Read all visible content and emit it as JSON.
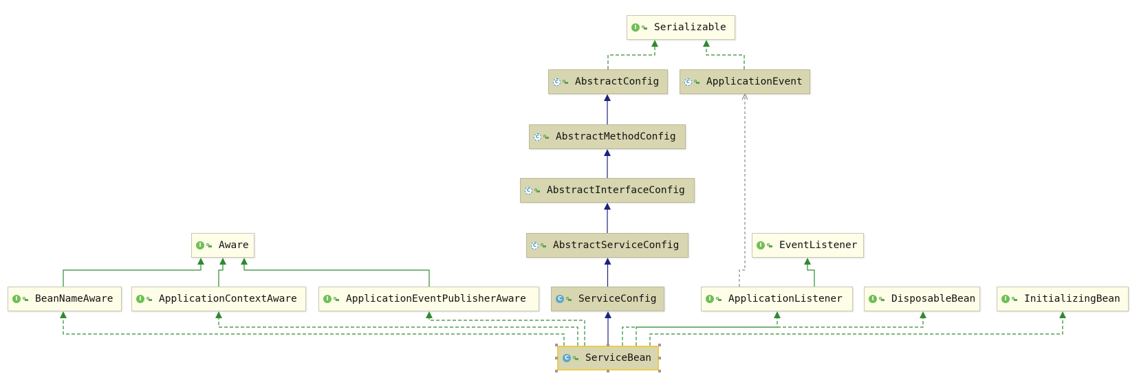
{
  "nodes": [
    {
      "id": "Serializable",
      "label": "Serializable",
      "kind": "interface"
    },
    {
      "id": "AbstractConfig",
      "label": "AbstractConfig",
      "kind": "abstract-class"
    },
    {
      "id": "ApplicationEvent",
      "label": "ApplicationEvent",
      "kind": "abstract-class"
    },
    {
      "id": "AbstractMethodConfig",
      "label": "AbstractMethodConfig",
      "kind": "abstract-class"
    },
    {
      "id": "AbstractInterfaceConfig",
      "label": "AbstractInterfaceConfig",
      "kind": "abstract-class"
    },
    {
      "id": "Aware",
      "label": "Aware",
      "kind": "interface"
    },
    {
      "id": "AbstractServiceConfig",
      "label": "AbstractServiceConfig",
      "kind": "abstract-class"
    },
    {
      "id": "EventListener",
      "label": "EventListener",
      "kind": "interface"
    },
    {
      "id": "BeanNameAware",
      "label": "BeanNameAware",
      "kind": "interface"
    },
    {
      "id": "ApplicationContextAware",
      "label": "ApplicationContextAware",
      "kind": "interface"
    },
    {
      "id": "ApplicationEventPublisherAware",
      "label": "ApplicationEventPublisherAware",
      "kind": "interface"
    },
    {
      "id": "ServiceConfig",
      "label": "ServiceConfig",
      "kind": "class"
    },
    {
      "id": "ApplicationListener",
      "label": "ApplicationListener",
      "kind": "interface"
    },
    {
      "id": "DisposableBean",
      "label": "DisposableBean",
      "kind": "interface"
    },
    {
      "id": "InitializingBean",
      "label": "InitializingBean",
      "kind": "interface"
    },
    {
      "id": "ServiceBean",
      "label": "ServiceBean",
      "kind": "class",
      "selected": true
    }
  ],
  "edges": [
    {
      "from": "AbstractConfig",
      "to": "Serializable",
      "type": "implements"
    },
    {
      "from": "ApplicationEvent",
      "to": "Serializable",
      "type": "implements"
    },
    {
      "from": "AbstractMethodConfig",
      "to": "AbstractConfig",
      "type": "extends"
    },
    {
      "from": "AbstractInterfaceConfig",
      "to": "AbstractMethodConfig",
      "type": "extends"
    },
    {
      "from": "AbstractServiceConfig",
      "to": "AbstractInterfaceConfig",
      "type": "extends"
    },
    {
      "from": "ServiceConfig",
      "to": "AbstractServiceConfig",
      "type": "extends"
    },
    {
      "from": "ServiceBean",
      "to": "ServiceConfig",
      "type": "extends"
    },
    {
      "from": "BeanNameAware",
      "to": "Aware",
      "type": "interface-extends"
    },
    {
      "from": "ApplicationContextAware",
      "to": "Aware",
      "type": "interface-extends"
    },
    {
      "from": "ApplicationEventPublisherAware",
      "to": "Aware",
      "type": "interface-extends"
    },
    {
      "from": "ApplicationListener",
      "to": "EventListener",
      "type": "interface-extends"
    },
    {
      "from": "ApplicationListener",
      "to": "ApplicationEvent",
      "type": "dependency"
    },
    {
      "from": "ServiceBean",
      "to": "BeanNameAware",
      "type": "implements"
    },
    {
      "from": "ServiceBean",
      "to": "ApplicationContextAware",
      "type": "implements"
    },
    {
      "from": "ServiceBean",
      "to": "ApplicationEventPublisherAware",
      "type": "implements"
    },
    {
      "from": "ServiceBean",
      "to": "ApplicationListener",
      "type": "implements"
    },
    {
      "from": "ServiceBean",
      "to": "DisposableBean",
      "type": "implements"
    },
    {
      "from": "ServiceBean",
      "to": "InitializingBean",
      "type": "implements"
    }
  ],
  "colors": {
    "implements": "#2e8b2e",
    "interface-extends": "#2e8b2e",
    "extends": "#1a237e",
    "dependency": "#8a8a8a",
    "selection": "#f2c94c"
  },
  "icons": {
    "interface": "interface-icon",
    "class": "class-icon",
    "abstract-class": "abstract-class-icon",
    "visibility": "public-visibility-icon"
  }
}
